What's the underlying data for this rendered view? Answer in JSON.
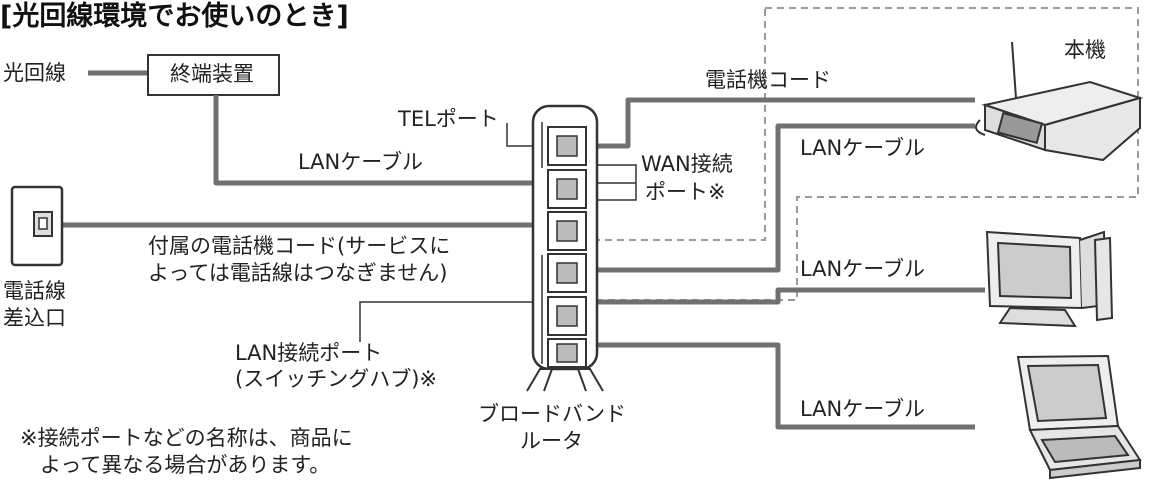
{
  "title": "[光回線環境でお使いのとき]",
  "labels": {
    "fiber_line": "光回線",
    "terminal_device": "終端装置",
    "main_unit": "本機",
    "phone_cord": "電話機コード",
    "tel_port": "TELポート",
    "lan_cable_1": "LANケーブル",
    "lan_cable_2": "LANケーブル",
    "lan_cable_3": "LANケーブル",
    "lan_cable_4": "LANケーブル",
    "wan_port_1": "WAN接続",
    "wan_port_2": "ポート※",
    "included_cord_1": "付属の電話機コード(サービスに",
    "included_cord_2": "よっては電話線はつなぎません)",
    "phone_outlet_1": "電話線",
    "phone_outlet_2": "差込口",
    "lan_port_1": "LAN接続ポート",
    "lan_port_2": "(スイッチングハブ)※",
    "router_1": "ブロードバンド",
    "router_2": "ルータ",
    "note_1": "※接続ポートなどの名称は、商品に",
    "note_2": "よって異なる場合があります。"
  },
  "icons": [
    "wall-jack-icon",
    "printer-icon",
    "desktop-pc-icon",
    "laptop-icon",
    "router-icon"
  ],
  "colors": {
    "cable": "#707070",
    "dashed": "#9a9a9a",
    "text": "#222222"
  }
}
